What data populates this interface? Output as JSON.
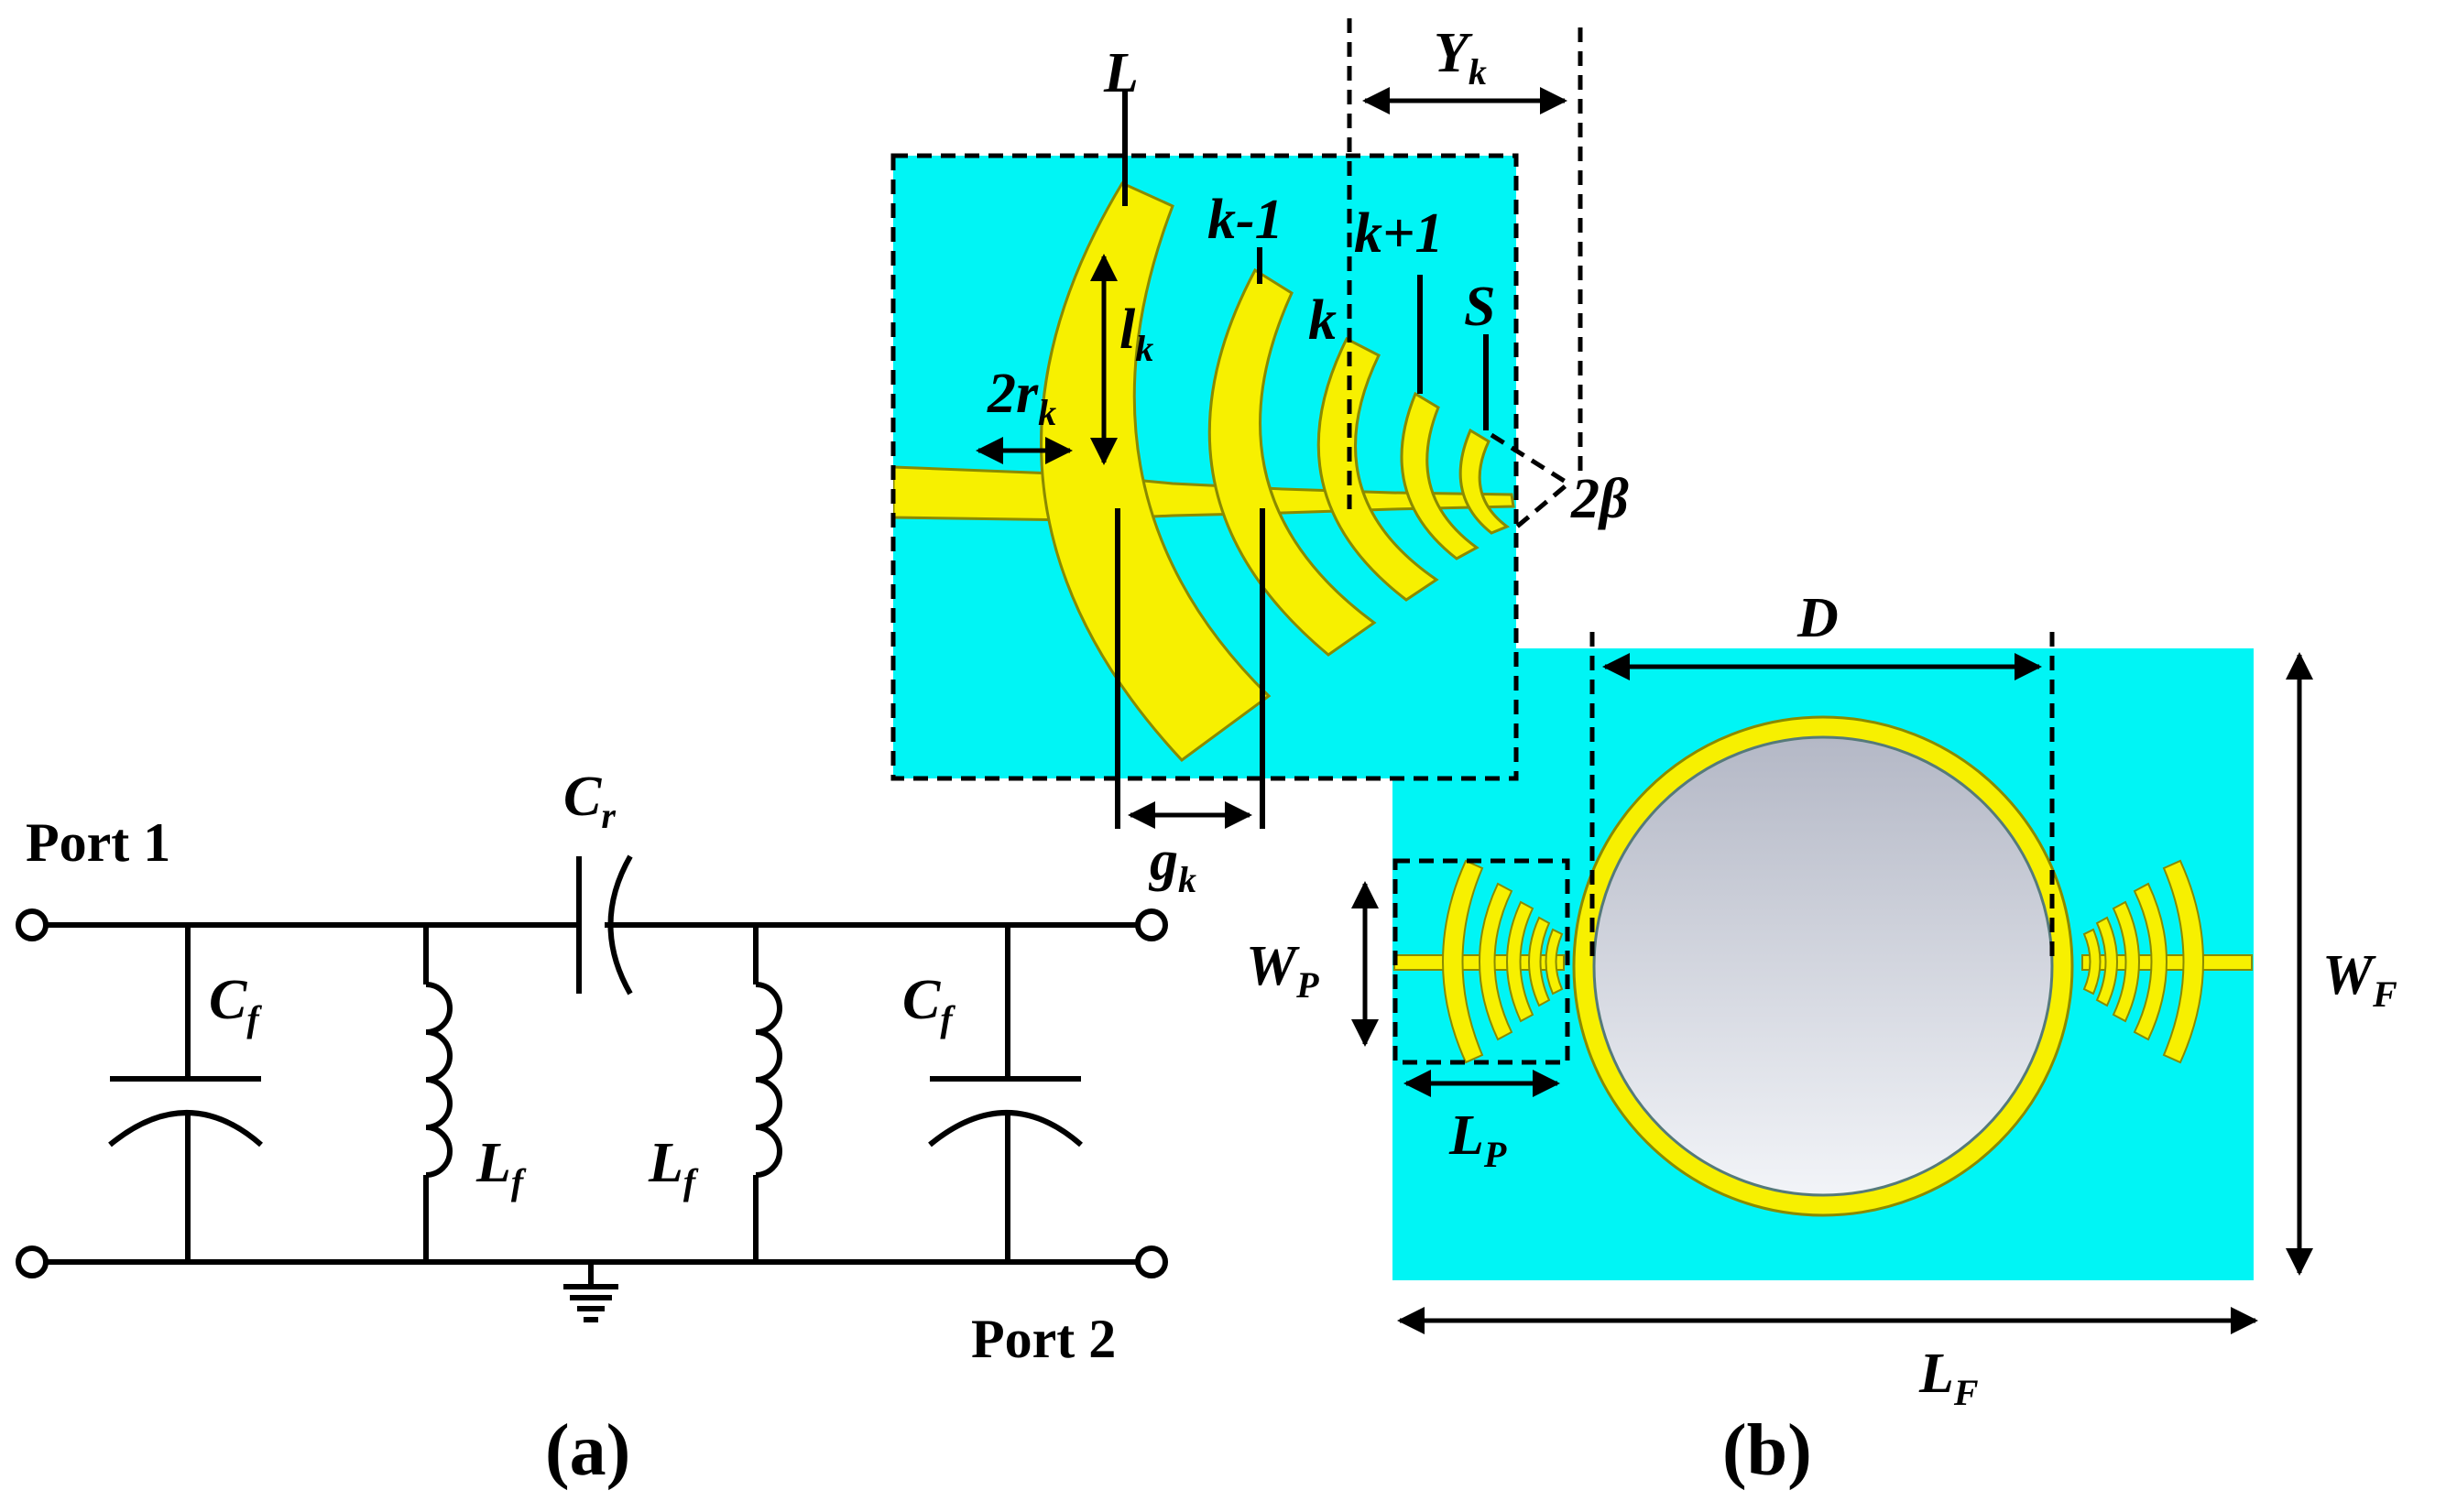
{
  "circuit": {
    "port1": "Port 1",
    "port2": "Port 2",
    "cr": {
      "main": "C",
      "sub": "r"
    },
    "cf_left": {
      "main": "C",
      "sub": "f"
    },
    "cf_right": {
      "main": "C",
      "sub": "f"
    },
    "lf_left": {
      "main": "L",
      "sub": "f"
    },
    "lf_right": {
      "main": "L",
      "sub": "f"
    },
    "caption": "(a)"
  },
  "layout": {
    "detail": {
      "L": "L",
      "k_minus_1": "k-1",
      "k": "k",
      "k_plus_1": "k+1",
      "S": "S",
      "two_beta": "2β",
      "Yk": {
        "main": "Y",
        "sub": "k"
      },
      "lk": {
        "main": "l",
        "sub": "k"
      },
      "two_rk": {
        "main": "2r",
        "sub": "k"
      },
      "gk": {
        "main": "g",
        "sub": "k"
      }
    },
    "D": "D",
    "WF": {
      "main": "W",
      "sub": "F"
    },
    "LF": {
      "main": "L",
      "sub": "F"
    },
    "WP": {
      "main": "W",
      "sub": "P"
    },
    "LP": {
      "main": "L",
      "sub": "P"
    },
    "caption": "(b)",
    "colors": {
      "substrate": "#00f5f5",
      "metal": "#f7f000",
      "metal_edge": "#8a8a00",
      "hole_light": "#f2f4f8",
      "hole_dark": "#b4b8c6"
    }
  }
}
